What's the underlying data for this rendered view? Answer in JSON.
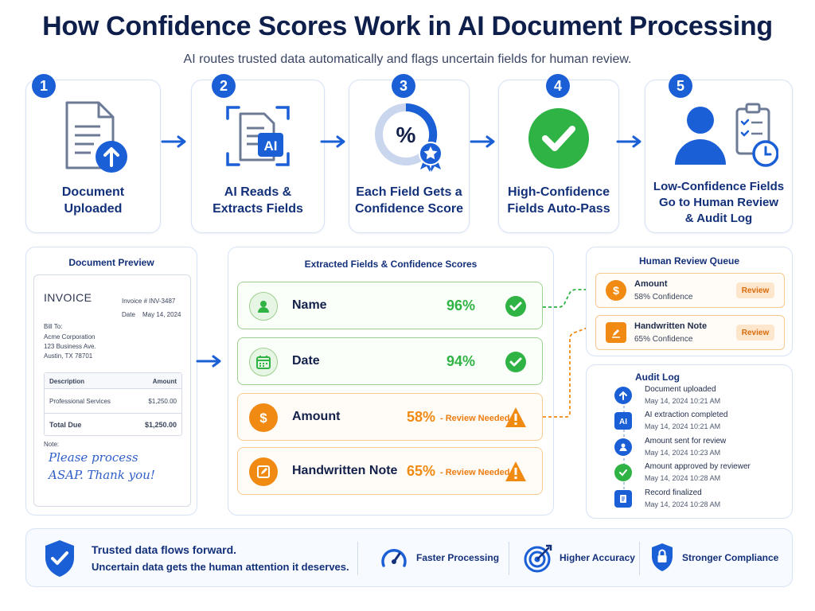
{
  "title": "How Confidence Scores Work in AI Document Processing",
  "subtitle": "AI routes trusted data automatically and flags uncertain fields for human review.",
  "steps": [
    {
      "num": "1",
      "line1": "Document",
      "line2": "Uploaded",
      "line3": "",
      "icon": "document-upload-icon"
    },
    {
      "num": "2",
      "line1": "AI Reads &",
      "line2": "Extracts Fields",
      "line3": "",
      "icon": "ai-scan-icon"
    },
    {
      "num": "3",
      "line1": "Each Field Gets a",
      "line2": "Confidence Score",
      "line3": "",
      "icon": "percent-gauge-icon"
    },
    {
      "num": "4",
      "line1": "High-Confidence",
      "line2": "Fields Auto-Pass",
      "line3": "",
      "icon": "check-circle-icon"
    },
    {
      "num": "5",
      "line1": "Low-Confidence Fields",
      "line2": "Go to Human Review",
      "line3": "& Audit Log",
      "icon": "reviewer-clipboard-icon"
    }
  ],
  "preview": {
    "title": "Document Preview",
    "invoice_title": "INVOICE",
    "invoice_no_label": "Invoice #",
    "invoice_no": "INV-3487",
    "date_label": "Date",
    "date": "May 14, 2024",
    "bill_to_label": "Bill To:",
    "bill_to": [
      "Acme Corporation",
      "123 Business Ave.",
      "Austin, TX 78701"
    ],
    "col_desc": "Description",
    "col_amount": "Amount",
    "line_desc": "Professional Services",
    "line_amount": "$1,250.00",
    "total_label": "Total Due",
    "total_amount": "$1,250.00",
    "note_label": "Note:",
    "note_line1": "Please process",
    "note_line2": "ASAP. Thank you!"
  },
  "extracted": {
    "title": "Extracted Fields & Confidence Scores",
    "fields": [
      {
        "name": "Name",
        "score": "96%",
        "note": "",
        "status": "pass"
      },
      {
        "name": "Date",
        "score": "94%",
        "note": "",
        "status": "pass"
      },
      {
        "name": "Amount",
        "score": "58%",
        "note": "- Review Needed",
        "status": "review"
      },
      {
        "name": "Handwritten Note",
        "score": "65%",
        "note": "- Review Needed",
        "status": "review"
      }
    ]
  },
  "review_queue": {
    "title": "Human Review Queue",
    "items": [
      {
        "name": "Amount",
        "confidence": "58% Confidence",
        "button": "Review"
      },
      {
        "name": "Handwritten Note",
        "confidence": "65% Confidence",
        "button": "Review"
      }
    ]
  },
  "audit": {
    "title": "Audit Log",
    "items": [
      {
        "text": "Document uploaded",
        "time": "May 14, 2024     10:21 AM"
      },
      {
        "text": "AI extraction completed",
        "time": "May 14, 2024     10:21 AM"
      },
      {
        "text": "Amount sent for review",
        "time": "May 14, 2024     10:23 AM"
      },
      {
        "text": "Amount approved by reviewer",
        "time": "May 14, 2024     10:28 AM"
      },
      {
        "text": "Record finalized",
        "time": "May 14, 2024     10:28 AM"
      }
    ]
  },
  "footer": {
    "msg1": "Trusted data flows forward.",
    "msg2": "Uncertain data gets the human attention it deserves.",
    "features": [
      "Faster Processing",
      "Higher Accuracy",
      "Stronger Compliance"
    ]
  },
  "colors": {
    "primary_blue": "#1a5fd6",
    "navy": "#13307a",
    "green": "#2fb344",
    "orange": "#f08a12"
  }
}
